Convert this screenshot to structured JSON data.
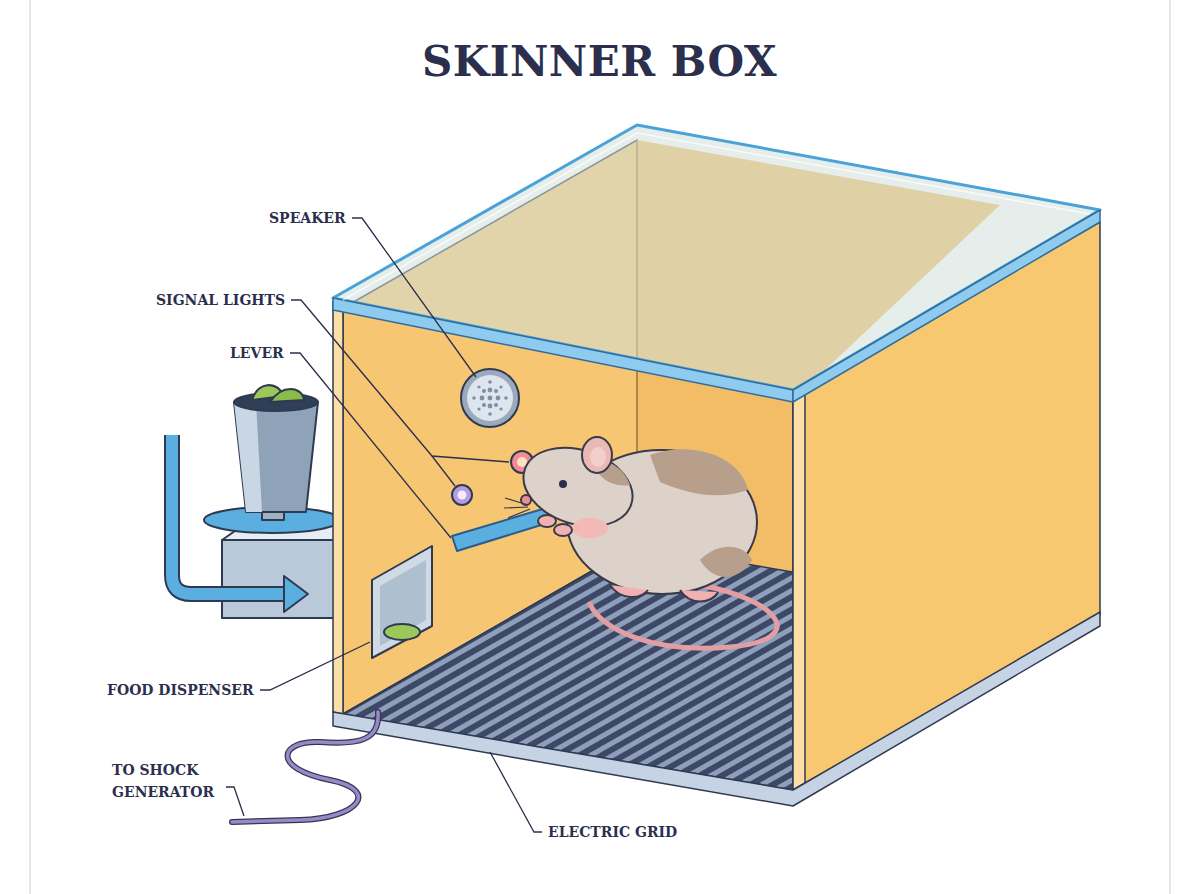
{
  "diagram": {
    "title": "SKINNER BOX",
    "labels": [
      "SPEAKER",
      "SIGNAL LIGHTS",
      "LEVER",
      "FOOD DISPENSER",
      "TO SHOCK GENERATOR",
      "ELECTRIC GRID"
    ]
  }
}
